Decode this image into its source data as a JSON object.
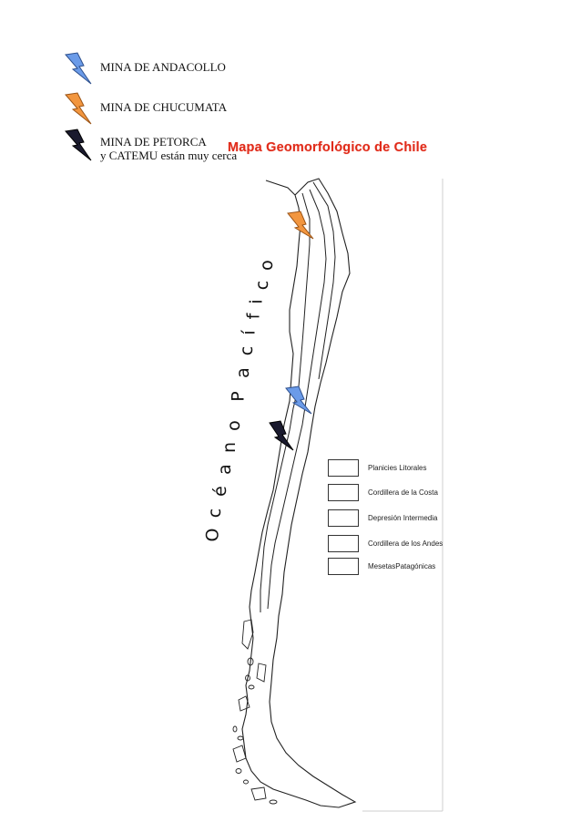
{
  "legend": {
    "items": [
      {
        "label": "MINA DE ANDACOLLO",
        "icon": "lightning-bolt-blue-icon",
        "color": "#6b9be8"
      },
      {
        "label": "MINA DE CHUCUMATA",
        "icon": "lightning-bolt-orange-icon",
        "color": "#f2963f"
      },
      {
        "label": "MINA DE PETORCA",
        "label2": "y CATEMU están muy cerca",
        "icon": "lightning-bolt-black-icon",
        "color": "#1a1a2e"
      }
    ]
  },
  "map": {
    "title": "Mapa Geomorfológico de Chile",
    "ocean_letters": [
      "O",
      "c",
      "é",
      "a",
      "n",
      "o",
      "P",
      "a",
      "c",
      "í",
      "f",
      "i",
      "c",
      "o"
    ],
    "markers": [
      {
        "mine": "MINA DE CHUCUMATA",
        "color": "#f2963f"
      },
      {
        "mine": "MINA DE ANDACOLLO",
        "color": "#6b9be8"
      },
      {
        "mine": "MINA DE PETORCA",
        "color": "#1a1a2e"
      }
    ],
    "key": [
      {
        "label": "Planicies Litorales"
      },
      {
        "label": "Cordillera de la Costa"
      },
      {
        "label": "Depresión Intermedia"
      },
      {
        "label": "Cordillera de los Andes"
      },
      {
        "label": "MesetasPatagónicas"
      }
    ]
  }
}
